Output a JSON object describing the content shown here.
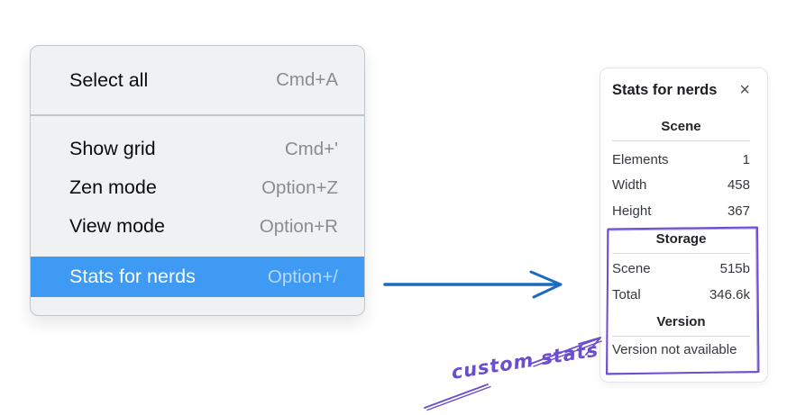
{
  "menu": {
    "items": [
      {
        "label": "Select all",
        "shortcut": "Cmd+A"
      },
      {
        "label": "Show grid",
        "shortcut": "Cmd+'"
      },
      {
        "label": "Zen mode",
        "shortcut": "Option+Z"
      },
      {
        "label": "View mode",
        "shortcut": "Option+R"
      },
      {
        "label": "Stats for nerds",
        "shortcut": "Option+/",
        "selected": true
      }
    ]
  },
  "stats_panel": {
    "title": "Stats for nerds",
    "close_icon": "×",
    "sections": [
      {
        "heading": "Scene",
        "rows": [
          {
            "label": "Elements",
            "value": "1"
          },
          {
            "label": "Width",
            "value": "458"
          },
          {
            "label": "Height",
            "value": "367"
          }
        ]
      },
      {
        "heading": "Storage",
        "rows": [
          {
            "label": "Scene",
            "value": "515b"
          },
          {
            "label": "Total",
            "value": "346.6k"
          }
        ]
      },
      {
        "heading": "Version",
        "note": "Version not available"
      }
    ]
  },
  "annotation": {
    "label": "custom stats"
  },
  "colors": {
    "highlight": "#3e9af3",
    "arrow_blue": "#1c6bbf",
    "annotation_purple": "#6b4ecf"
  }
}
